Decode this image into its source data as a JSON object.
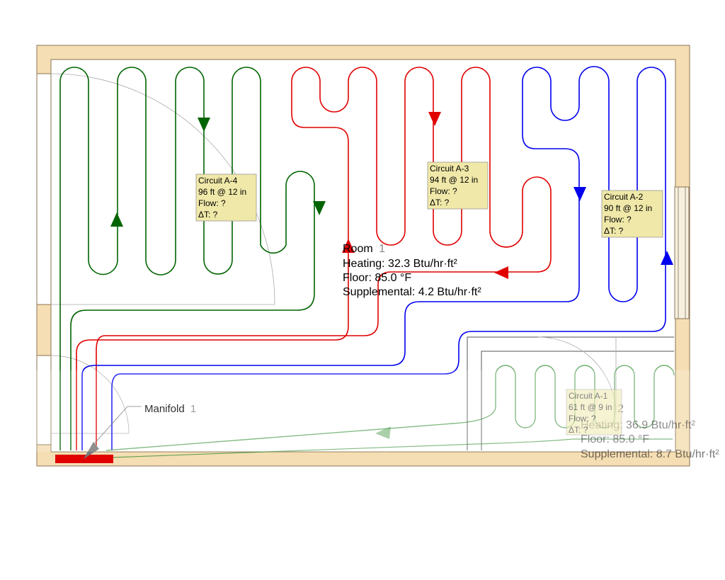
{
  "colors": {
    "wall": "#f5deb3",
    "wall_border": "#8b7355",
    "red": "#e00000",
    "green": "#006400",
    "blue": "#0000ee",
    "label_bg": "#f0e8a8",
    "manifold": "#e00000"
  },
  "circuits": [
    {
      "id": "a4",
      "name": "Circuit A-4",
      "length": "96 ft @ 12 in",
      "flow": "Flow: ?",
      "dt": "ΔT: ?",
      "color": "green"
    },
    {
      "id": "a3",
      "name": "Circuit A-3",
      "length": "94 ft @ 12 in",
      "flow": "Flow: ?",
      "dt": "ΔT: ?",
      "color": "red"
    },
    {
      "id": "a2",
      "name": "Circuit A-2",
      "length": "90 ft @ 12 in",
      "flow": "Flow: ?",
      "dt": "ΔT: ?",
      "color": "blue"
    },
    {
      "id": "a1",
      "name": "Circuit A-1",
      "length": "61 ft @ 9 in",
      "flow": "Flow: ?",
      "dt": "ΔT: ?",
      "color": "green"
    }
  ],
  "room1": {
    "name": "Room",
    "number": "1",
    "heating": "Heating: 32.3 Btu/hr·ft²",
    "floor": "Floor: 85.0 °F",
    "supplemental": "Supplemental: 4.2 Btu/hr·ft²"
  },
  "room2": {
    "number": "2",
    "heating": "Heating: 36.9 Btu/hr·ft²",
    "floor": "Floor: 85.0 °F",
    "supplemental": "Supplemental: 8.7 Btu/hr·ft²"
  },
  "manifold": {
    "label": "Manifold",
    "number": "1"
  }
}
